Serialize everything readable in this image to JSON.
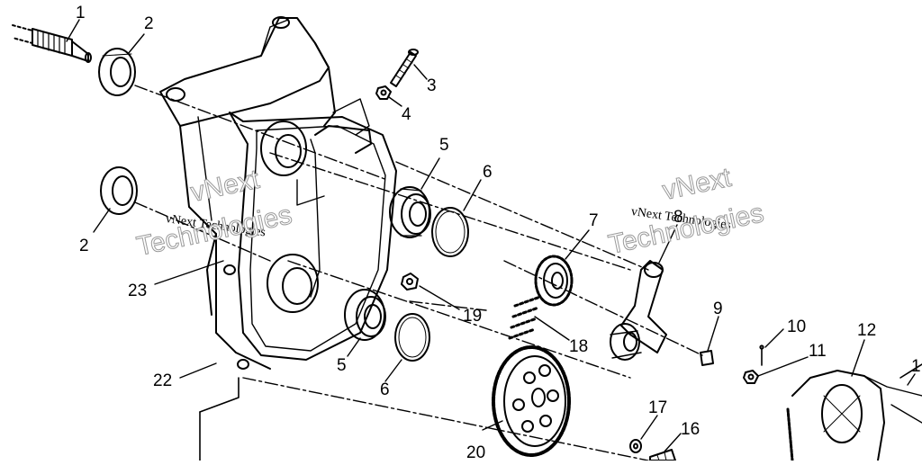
{
  "callouts": [
    "1",
    "2",
    "2",
    "3",
    "4",
    "5",
    "5",
    "6",
    "6",
    "7",
    "8",
    "9",
    "10",
    "11",
    "12",
    "1",
    "16",
    "17",
    "18",
    "19",
    "20",
    "22",
    "23"
  ],
  "watermark": {
    "small": "vNext Technologies",
    "big_line1": "vNext",
    "big_line2": "Technologies"
  }
}
